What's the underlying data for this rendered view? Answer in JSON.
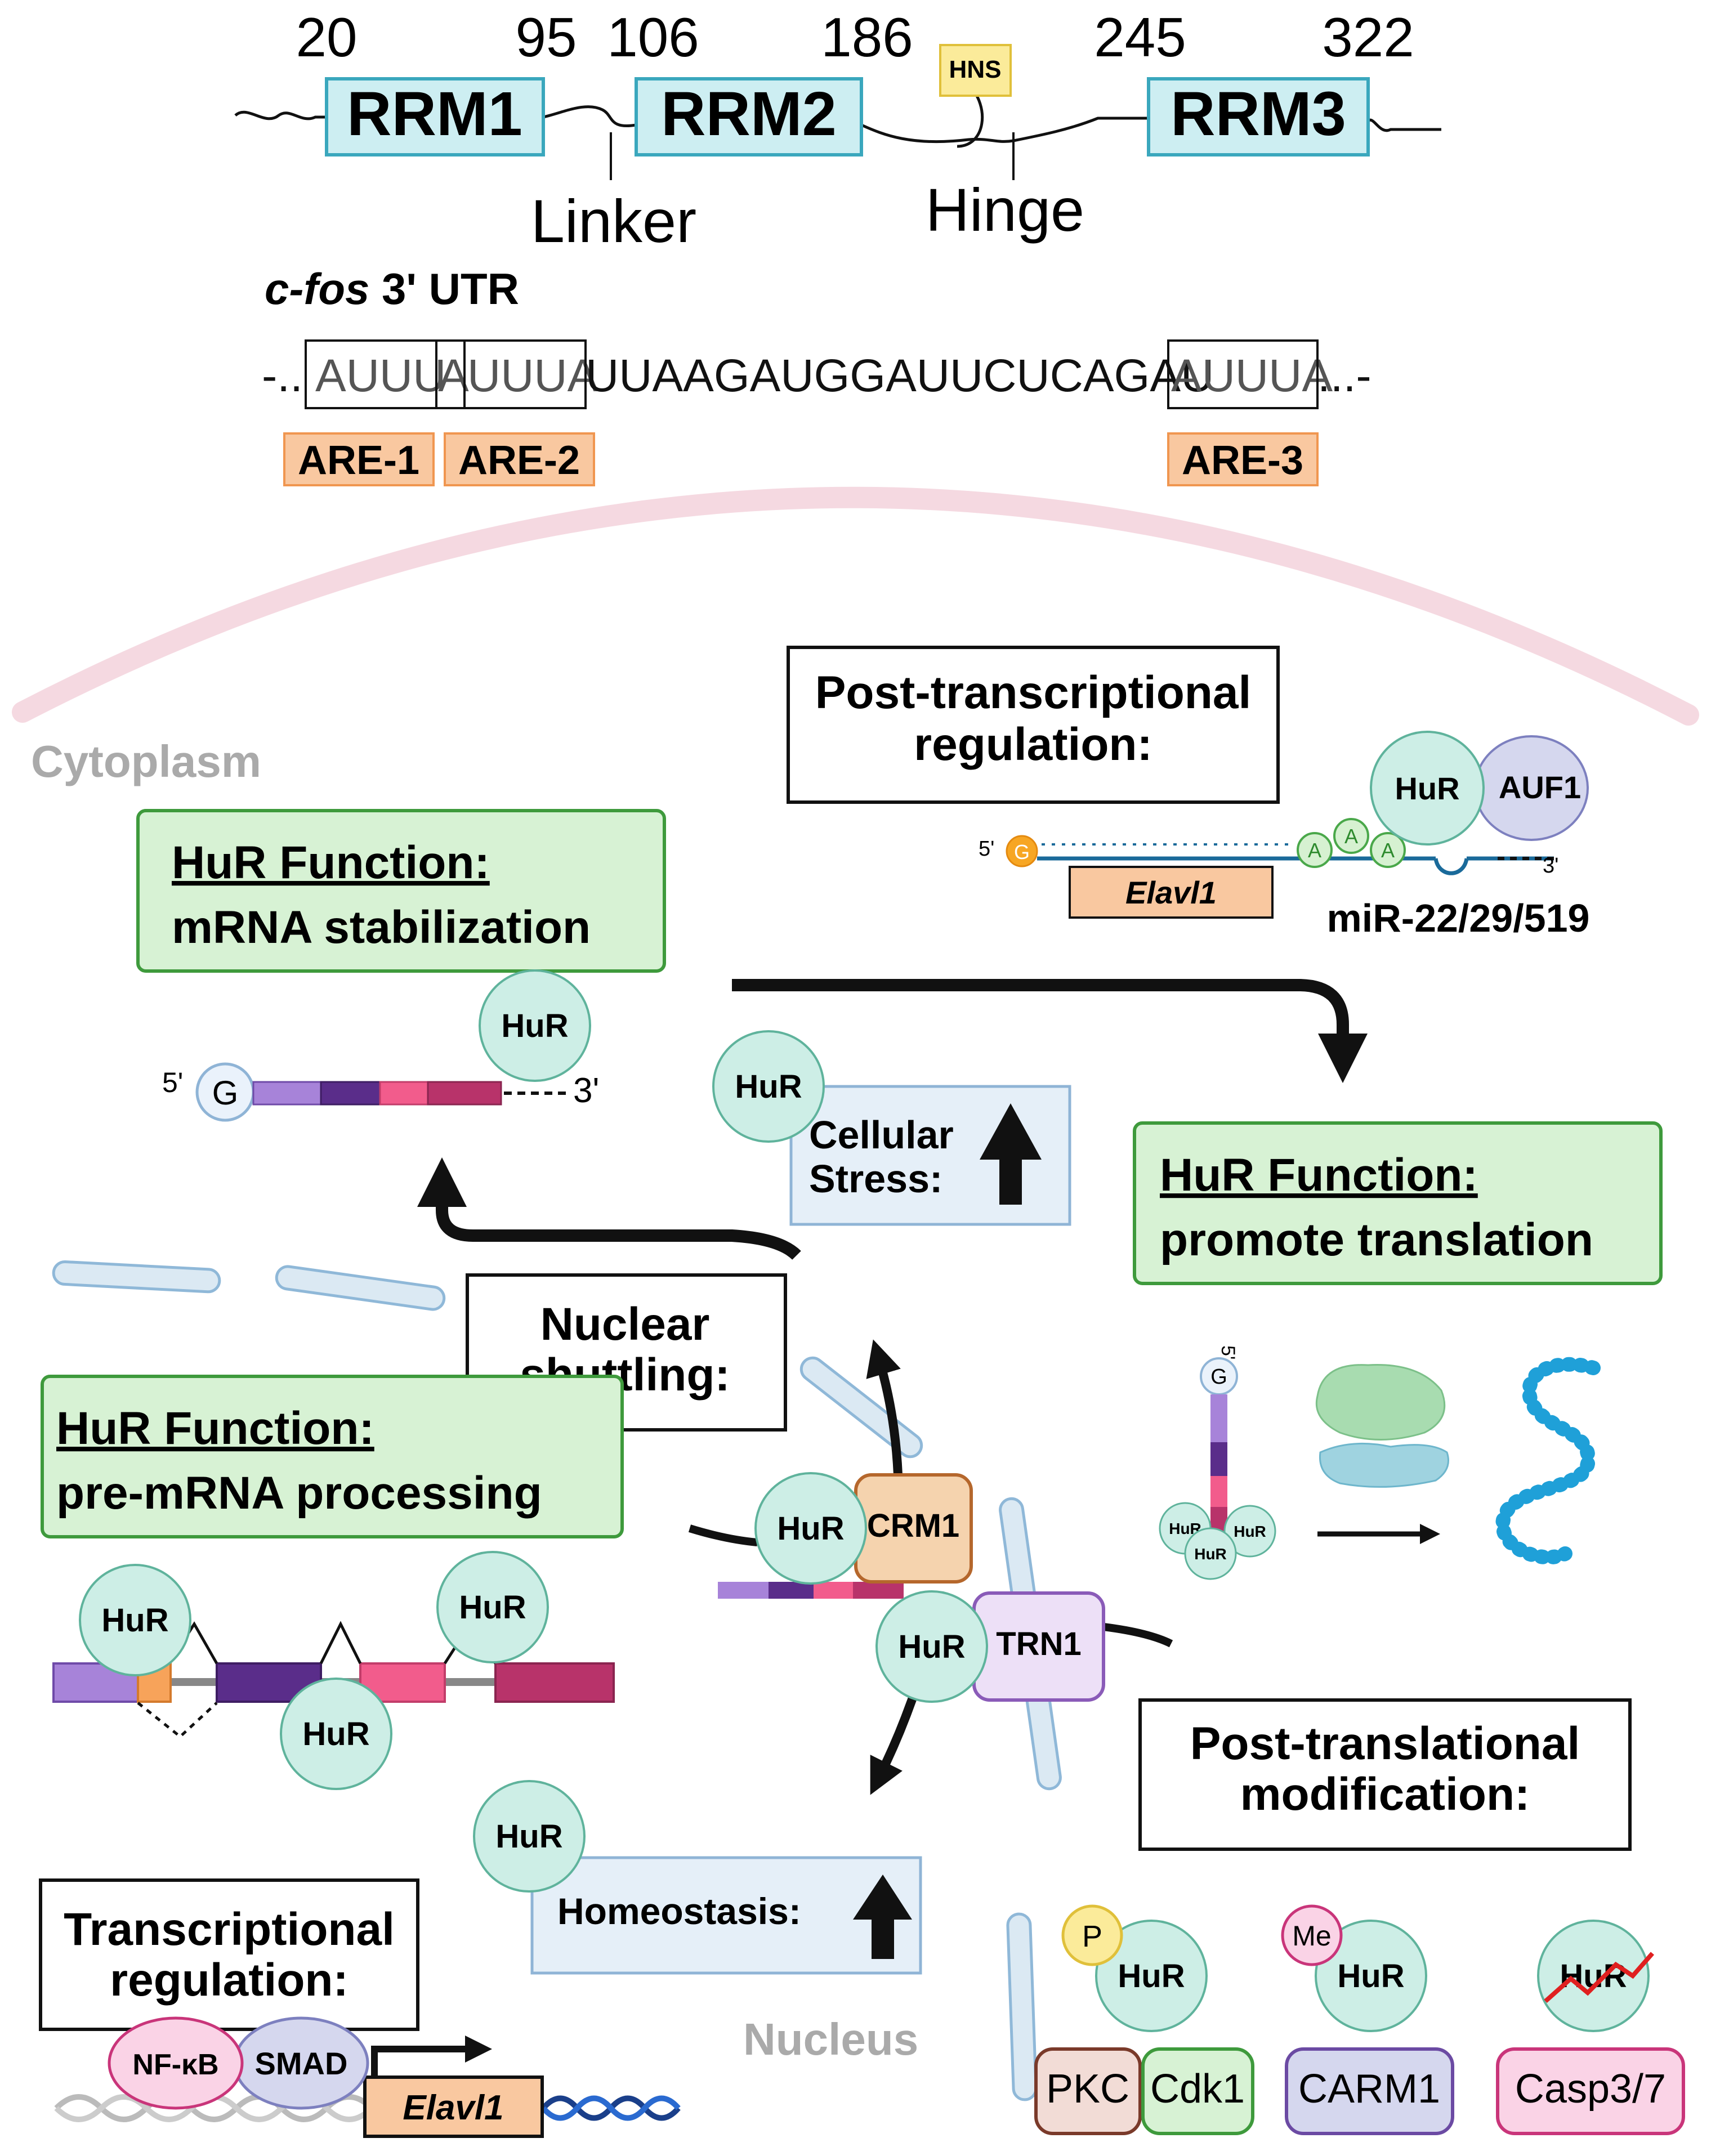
{
  "domain": {
    "positions": [
      "20",
      "95",
      "106",
      "186",
      "245",
      "322"
    ],
    "rrm1": "RRM1",
    "rrm2": "RRM2",
    "rrm3": "RRM3",
    "hns": "HNS",
    "linker": "Linker",
    "hinge": "Hinge"
  },
  "utr": {
    "gene": "c-fos",
    "suffix": " 3' UTR",
    "seq_start": "-..",
    "seq_box1": "AUUU",
    "seq_shared": "A",
    "seq_box2": "UUUA",
    "seq_mid": "UUAAGAUGGAUUCUCAGAU",
    "seq_box3": "AUUUA",
    "seq_end": "...-",
    "are1": "ARE-1",
    "are2": "ARE-2",
    "are3": "ARE-3"
  },
  "compartments": {
    "cytoplasm": "Cytoplasm",
    "nucleus": "Nucleus"
  },
  "ptr": {
    "title_line1": "Post-transcriptional",
    "title_line2": "regulation:",
    "hur": "HuR",
    "auf1": "AUF1",
    "cap": "G",
    "five_prime": "5'",
    "three_prime": "3'",
    "gene": "Elavl1",
    "poly_a": [
      "A",
      "A",
      "A"
    ],
    "mirna": "miR-22/29/519"
  },
  "stabilization": {
    "heading": "HuR Function:",
    "body": "mRNA stabilization",
    "hur": "HuR",
    "cap": "G",
    "five_prime": "5'",
    "three_prime": "3'"
  },
  "stress": {
    "hur": "HuR",
    "line1": "Cellular",
    "line2": "Stress:"
  },
  "translation": {
    "heading": "HuR Function:",
    "body": "promote translation",
    "cap": "G",
    "five_prime": "5'",
    "hur_labels": [
      "HuR",
      "HuR",
      "HuR"
    ]
  },
  "shuttling": {
    "line1": "Nuclear",
    "line2": "shuttling:",
    "hur_crm1": "HuR",
    "crm1": "CRM1",
    "hur_trn1": "HuR",
    "trn1": "TRN1"
  },
  "processing": {
    "heading": "HuR Function:",
    "body": "pre-mRNA processing",
    "hur_labels": [
      "HuR",
      "HuR",
      "HuR"
    ]
  },
  "homeostasis": {
    "hur": "HuR",
    "label": "Homeostasis:"
  },
  "tr": {
    "line1": "Transcriptional",
    "line2": "regulation:",
    "nfkb": "NF-κB",
    "smad": "SMAD",
    "gene": "Elavl1"
  },
  "ptm": {
    "line1": "Post-translational",
    "line2": "modification:",
    "p": "P",
    "me": "Me",
    "hur_labels": [
      "HuR",
      "HuR",
      "HuR"
    ],
    "pkc": "PKC",
    "cdk1": "Cdk1",
    "carm1": "CARM1",
    "casp": "Casp3/7"
  },
  "colors": {
    "rrm_fill": "#cdeef2",
    "rrm_stroke": "#3aa7bd",
    "hur_fill": "#cdeee6",
    "hur_stroke": "#5fb39c",
    "func_fill": "#d7f2d4",
    "func_stroke": "#3e9a3c",
    "are_fill": "#f9c8a0",
    "are_stroke": "#f09650",
    "stress_fill": "#e5eff8",
    "stress_stroke": "#8fb4d6",
    "membrane": "#f5d9e1",
    "envelope_fill": "#dbe9f3",
    "envelope_stroke": "#8fb8d8",
    "exon_purple": "#a783d9",
    "exon_dark": "#5a2d8a",
    "exon_pink": "#f25c8c",
    "exon_maroon": "#b8336a"
  }
}
